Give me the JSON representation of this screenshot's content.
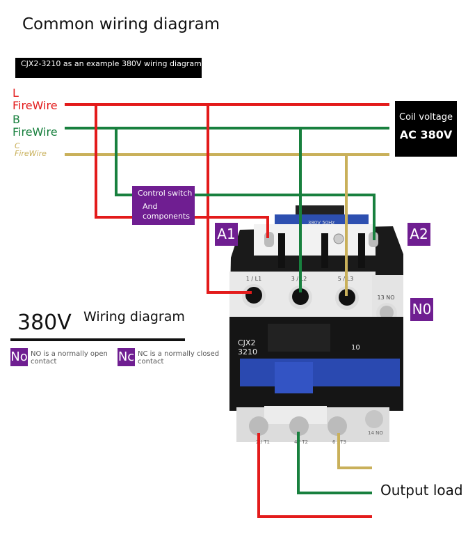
{
  "title": "Common wiring diagram",
  "example_banner": "CJX2-3210 as an example 380V wiring diagram",
  "wires": {
    "L": {
      "line1": "L",
      "line2": "FireWire",
      "color": "#e31b1b"
    },
    "B": {
      "line1": "B",
      "line2": "FireWire",
      "color": "#18803e"
    },
    "C": {
      "line1": "C",
      "line2": "FireWire",
      "color": "#c9b05a"
    }
  },
  "control_box": {
    "line1": "Control switch",
    "line2": "And",
    "line3": "components"
  },
  "coil": {
    "line1": "Coil voltage",
    "line2": "AC 380V"
  },
  "terminals": {
    "a1": "A1",
    "a2": "A2",
    "no": "N0"
  },
  "contactor": {
    "model_line1": "CJX2",
    "model_line2": "3210",
    "code": "10",
    "top_labels": [
      "1 / L1",
      "3 / L2",
      "5 / L3",
      "13 NO"
    ],
    "bottom_labels": [
      "2 / T1",
      "4 / T2",
      "6 / T3",
      "14 NO"
    ],
    "coil_label": "380V 50Hz"
  },
  "section": {
    "voltage": "380V",
    "subtitle": "Wiring diagram"
  },
  "legend": [
    {
      "badge": "No",
      "text1": "NO is a normally open",
      "text2": "contact"
    },
    {
      "badge": "Nc",
      "text1": "NC is a normally closed",
      "text2": "contact"
    }
  ],
  "output_label": "Output load",
  "accent": "#6f1e91"
}
